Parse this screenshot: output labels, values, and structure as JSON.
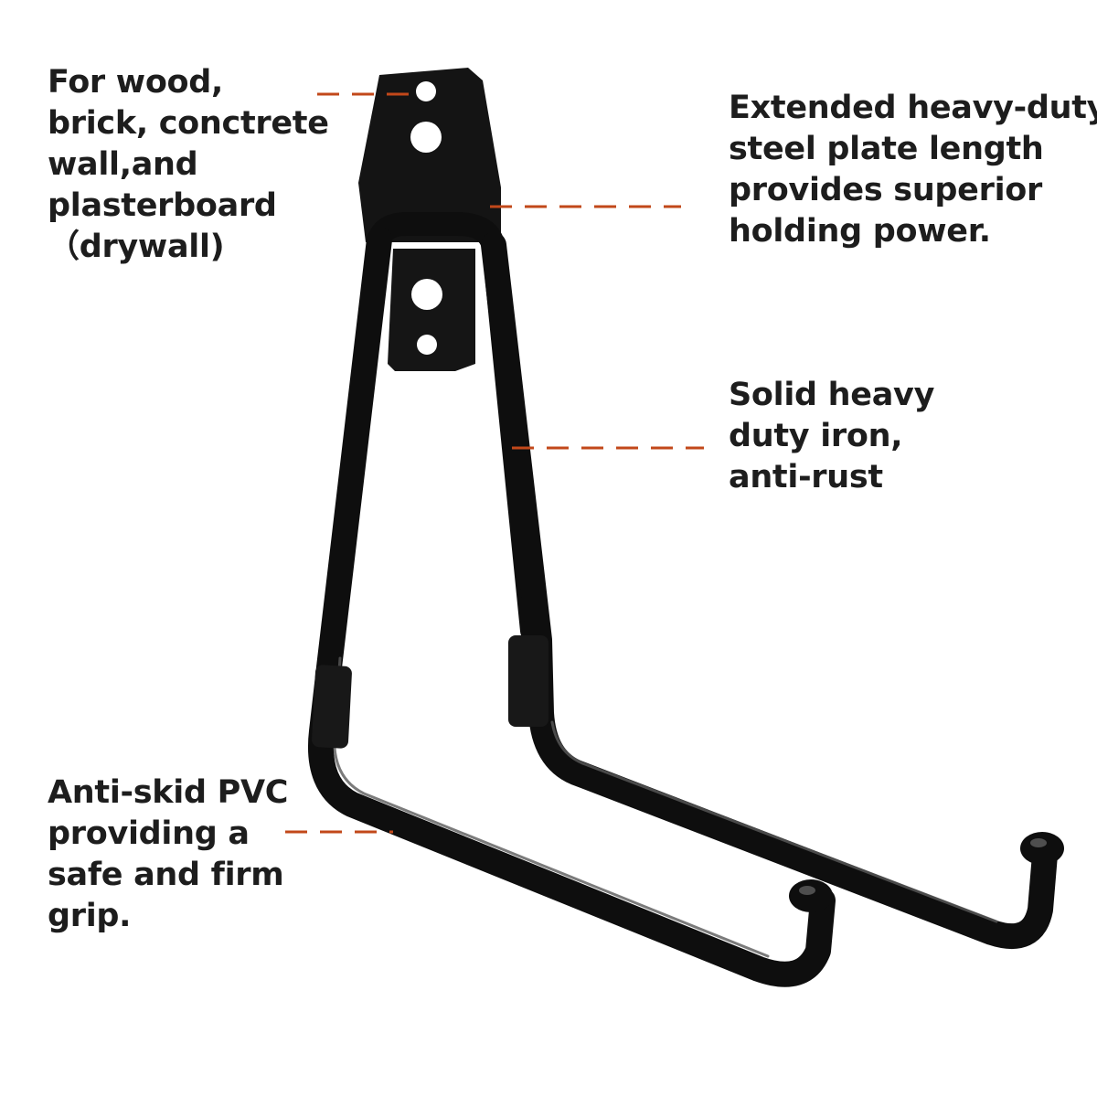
{
  "callouts": {
    "wall_types": {
      "lines": [
        "For wood,",
        "brick, conctrete",
        "wall,and",
        "plasterboard",
        "（drywall)"
      ]
    },
    "steel_plate": {
      "lines": [
        "Extended heavy-duty",
        "steel plate length",
        "provides superior",
        "holding power."
      ]
    },
    "iron": {
      "lines": [
        "Solid heavy",
        "duty iron,",
        "anti-rust"
      ]
    },
    "pvc_grip": {
      "lines": [
        "Anti-skid PVC",
        "providing a",
        "safe and firm",
        "grip."
      ]
    }
  },
  "colors": {
    "text": "#1d1d1d",
    "leader_line": "#c2481a",
    "hook_body": "#111111",
    "background": "#ffffff"
  }
}
